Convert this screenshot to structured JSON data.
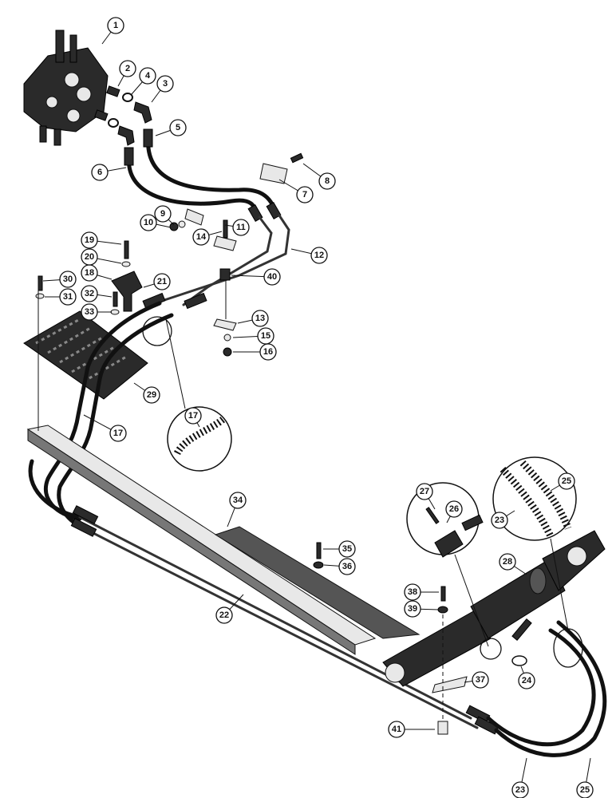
{
  "diagram": {
    "callouts": [
      {
        "n": "1"
      },
      {
        "n": "2"
      },
      {
        "n": "3"
      },
      {
        "n": "4"
      },
      {
        "n": "5"
      },
      {
        "n": "6"
      },
      {
        "n": "7"
      },
      {
        "n": "8"
      },
      {
        "n": "9"
      },
      {
        "n": "10"
      },
      {
        "n": "11"
      },
      {
        "n": "12"
      },
      {
        "n": "13"
      },
      {
        "n": "14"
      },
      {
        "n": "15"
      },
      {
        "n": "16"
      },
      {
        "n": "17"
      },
      {
        "n": "17"
      },
      {
        "n": "18"
      },
      {
        "n": "19"
      },
      {
        "n": "20"
      },
      {
        "n": "21"
      },
      {
        "n": "22"
      },
      {
        "n": "23"
      },
      {
        "n": "23"
      },
      {
        "n": "24"
      },
      {
        "n": "25"
      },
      {
        "n": "25"
      },
      {
        "n": "26"
      },
      {
        "n": "27"
      },
      {
        "n": "28"
      },
      {
        "n": "29"
      },
      {
        "n": "30"
      },
      {
        "n": "31"
      },
      {
        "n": "32"
      },
      {
        "n": "33"
      },
      {
        "n": "34"
      },
      {
        "n": "35"
      },
      {
        "n": "36"
      },
      {
        "n": "37"
      },
      {
        "n": "38"
      },
      {
        "n": "39"
      },
      {
        "n": "40"
      },
      {
        "n": "41"
      }
    ]
  }
}
